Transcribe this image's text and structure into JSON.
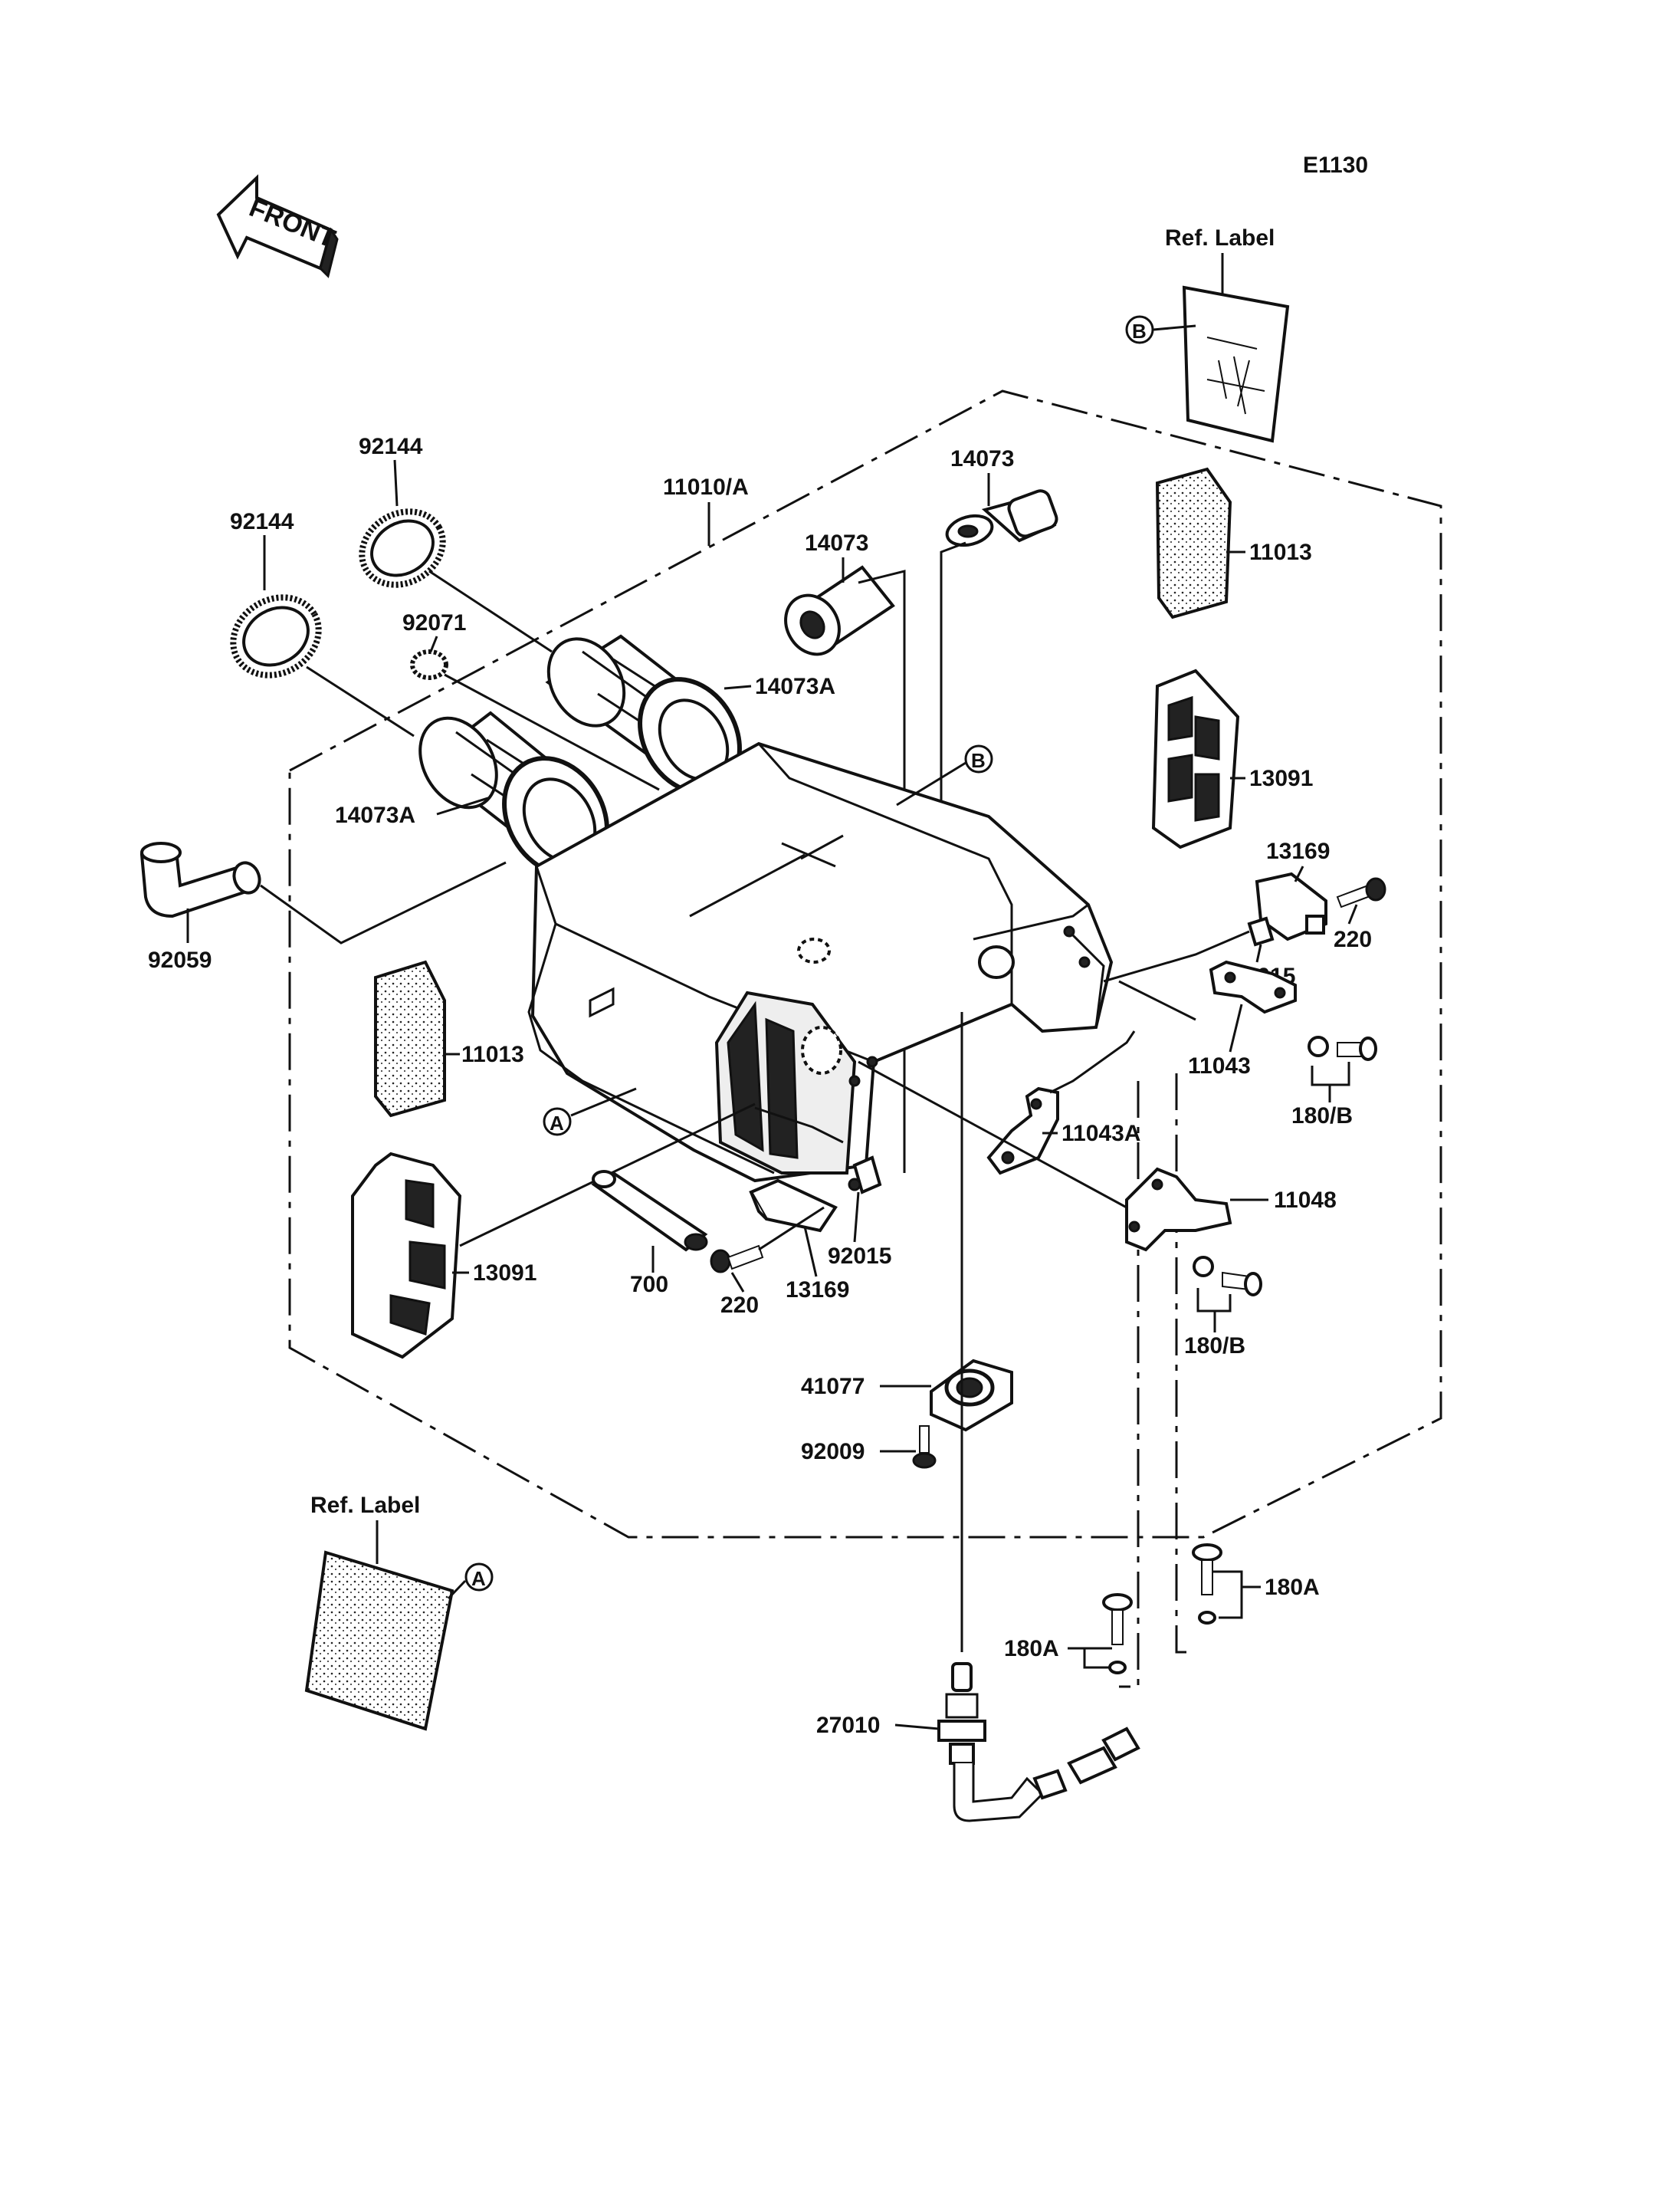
{
  "diagram_code": "E1130",
  "front_label": "FRONT",
  "ref_label_top": "Ref. Label",
  "ref_label_bottom": "Ref. Label",
  "markers": {
    "a": "A",
    "b": "B"
  },
  "parts": {
    "p92144_top": "92144",
    "p92144_left": "92144",
    "p11010": "11010/A",
    "p14073_top": "14073",
    "p14073_mid": "14073",
    "p11013_right": "11013",
    "p92071": "92071",
    "p14073A_right": "14073A",
    "p14073A_left": "14073A",
    "p13091_right": "13091",
    "p13169_right": "13169",
    "p220_right": "220",
    "p92015_right": "92015",
    "p92059": "92059",
    "p11013_left": "11013",
    "p11043": "11043",
    "p180B_right": "180/B",
    "p11043A": "11043A",
    "p11048": "11048",
    "p13091_left": "13091",
    "p700": "700",
    "p220_left": "220",
    "p13169_left": "13169",
    "p92015_left": "92015",
    "p180B_lower": "180/B",
    "p41077": "41077",
    "p92009": "92009",
    "p180A_right": "180A",
    "p180A_left": "180A",
    "p27010": "27010"
  }
}
